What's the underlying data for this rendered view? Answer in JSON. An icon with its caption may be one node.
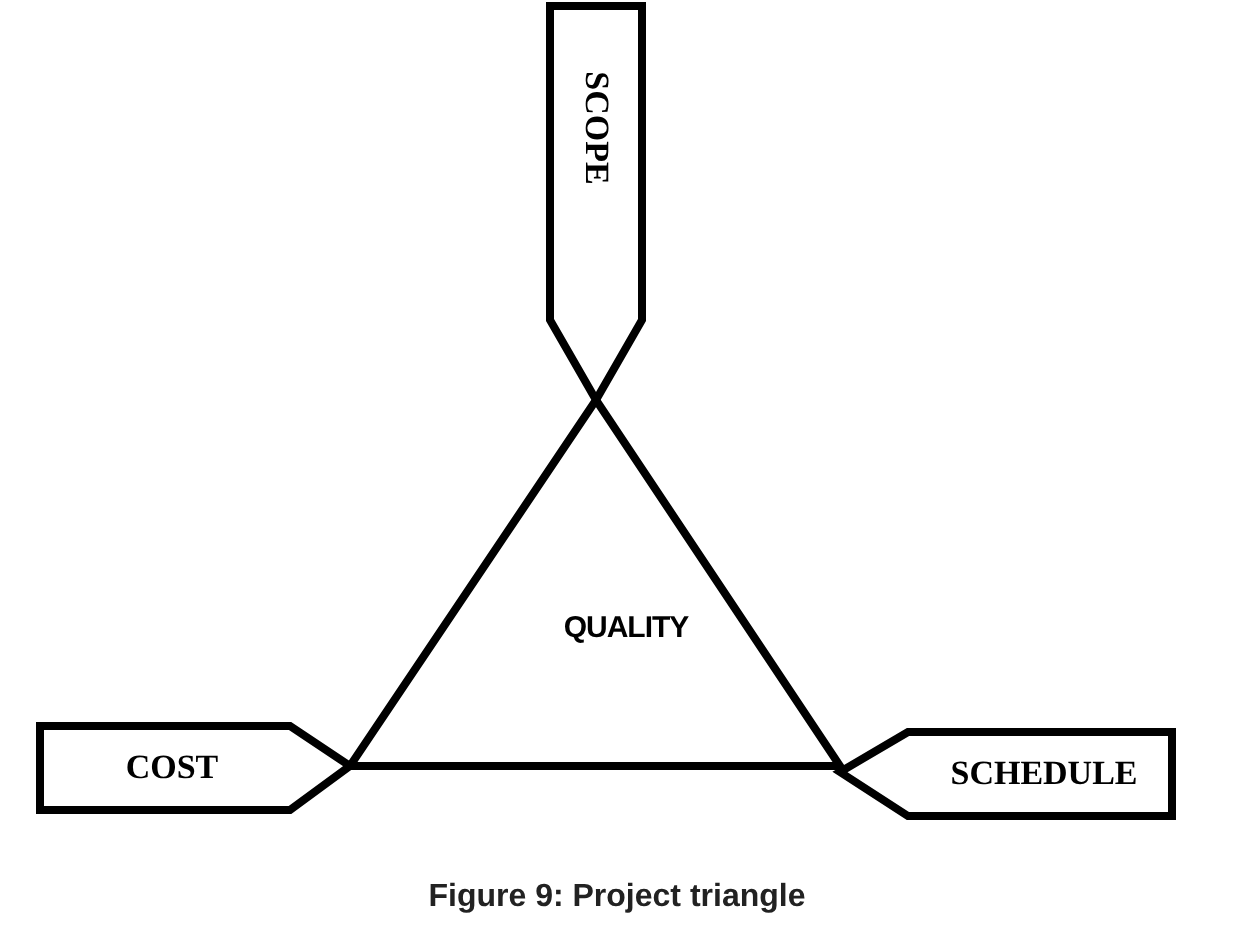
{
  "diagram": {
    "caption": "Figure 9: Project triangle",
    "nodes": [
      {
        "text": [
          "SCOPE"
        ]
      },
      {
        "text": [
          "QUALITY"
        ]
      },
      {
        "text": [
          "COST"
        ]
      },
      {
        "text": [
          "SCHEDULE"
        ]
      }
    ]
  }
}
